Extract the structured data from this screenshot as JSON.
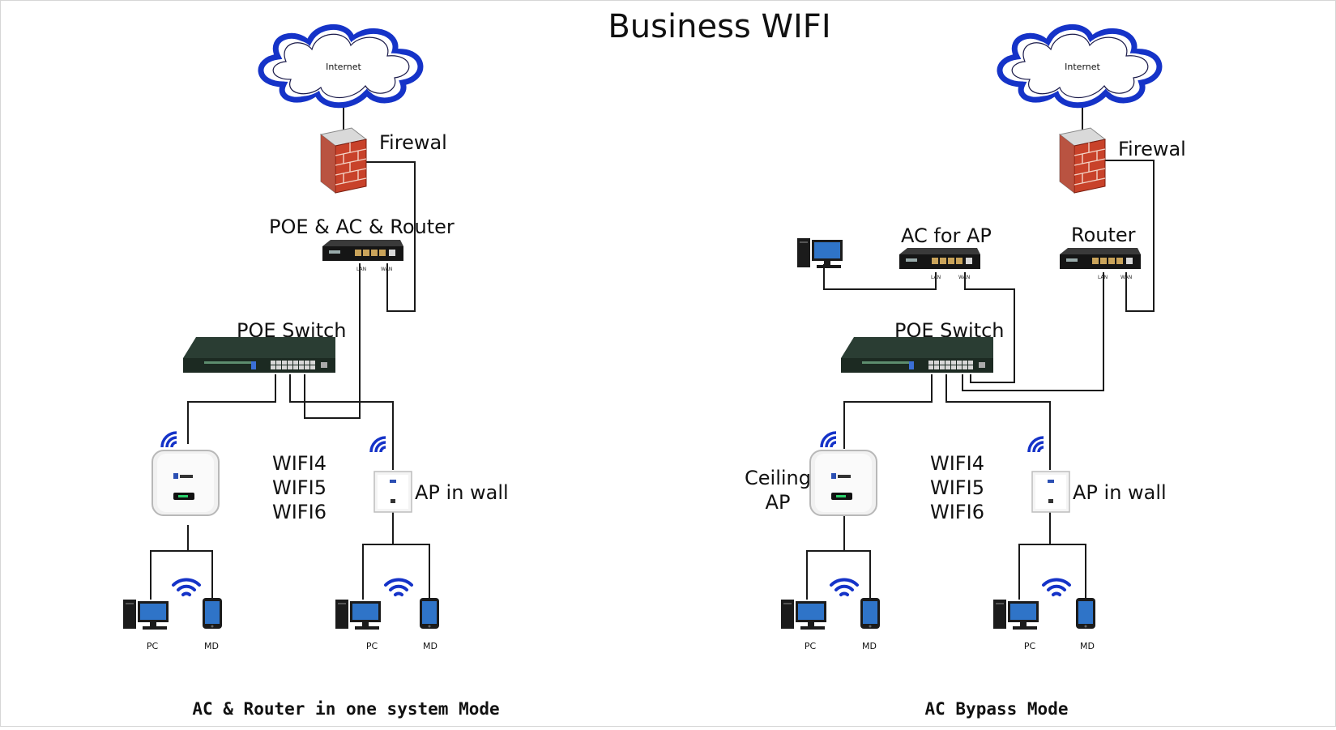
{
  "title": "Business WIFI",
  "labels": {
    "internet": "Internet",
    "firewall": "Firewal",
    "poe_ac_router": "POE & AC & Router",
    "poe_switch": "POE Switch",
    "wifi4": "WIFI4",
    "wifi5": "WIFI5",
    "wifi6": "WIFI6",
    "ap_in_wall": "AP in wall",
    "ac_for_ap": "AC for AP",
    "router": "Router",
    "ceiling_ap_line1": "Ceiling",
    "ceiling_ap_line2": "AP",
    "pc": "PC",
    "md": "MD",
    "lan": "LAN",
    "wan": "WAN"
  },
  "modes": {
    "left": "AC & Router in one system Mode",
    "right": "AC Bypass Mode"
  },
  "colors": {
    "wifi_blue": "#1533c8",
    "firewall_red": "#c8422a",
    "device_black": "#1b1b1b",
    "switch_green": "#2d4a3a"
  },
  "icons": [
    "cloud-icon",
    "firewall-icon",
    "router-icon",
    "switch-icon",
    "ceiling-ap-icon",
    "wall-ap-icon",
    "wifi-icon",
    "pc-icon",
    "mobile-icon"
  ]
}
